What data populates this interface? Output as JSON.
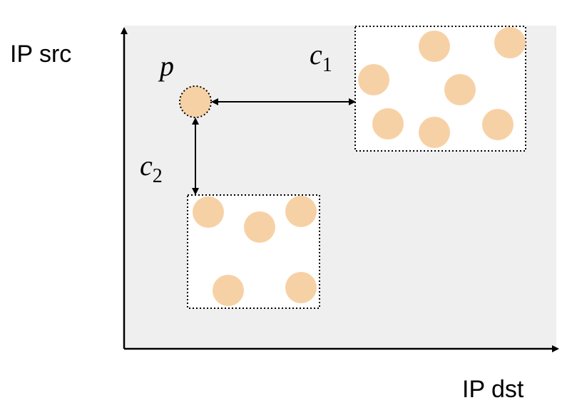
{
  "labels": {
    "y_axis": "IP src",
    "x_axis": "IP dst",
    "point": "p",
    "cluster1_base": "c",
    "cluster1_sub": "1",
    "cluster2_base": "c",
    "cluster2_sub": "2"
  },
  "colors": {
    "plot_background": "#efefef",
    "cluster_fill": "#ffffff",
    "point_fill": "#f7d1a6",
    "outline": "#000000"
  }
}
